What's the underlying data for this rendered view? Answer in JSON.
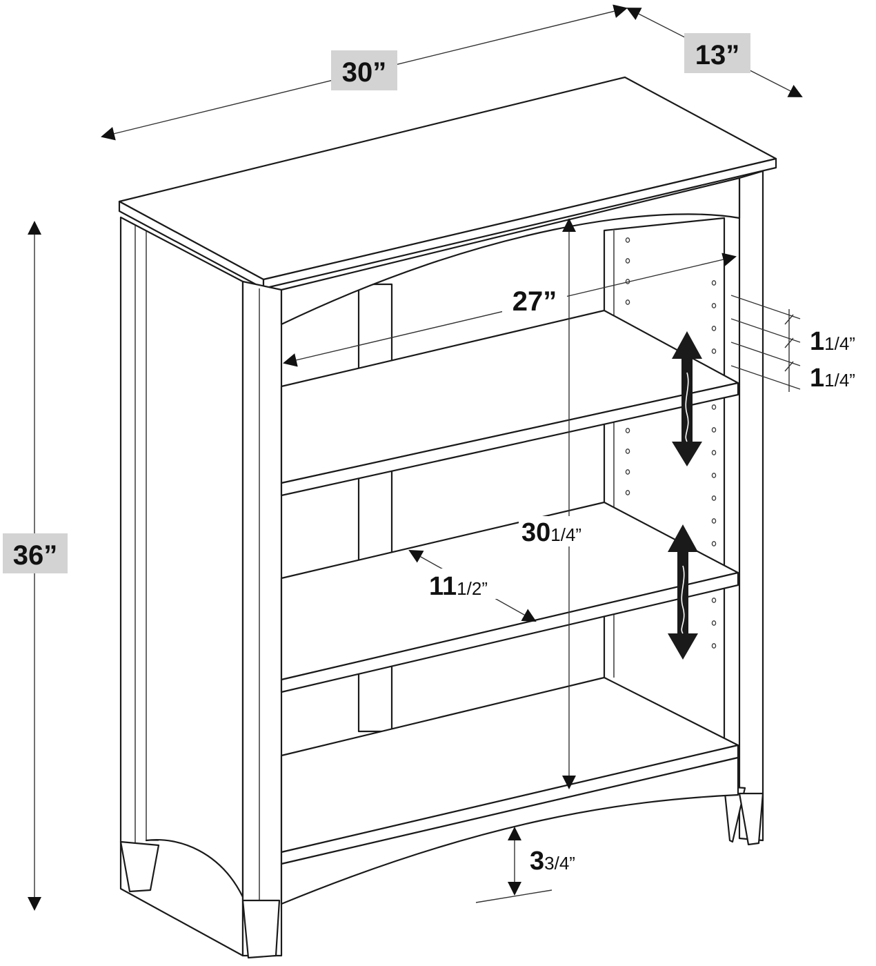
{
  "labels": {
    "width": "30”",
    "depth": "13”",
    "height": "36”",
    "interior_width": "27”",
    "interior_height_whole": "30",
    "interior_height_frac": "1/4”",
    "shelf_depth_whole": "11",
    "shelf_depth_frac": "1/2”",
    "hole_spacing_1_whole": "1",
    "hole_spacing_1_frac": "1/4”",
    "hole_spacing_2_whole": "1",
    "hole_spacing_2_frac": "1/4”",
    "clearance_whole": "3",
    "clearance_frac": "3/4”"
  },
  "icons": {
    "shelf_adjust_upper": "double-arrow-icon",
    "shelf_adjust_lower": "double-arrow-icon"
  },
  "colors": {
    "label_background": "#d3d3d3",
    "line": "#1a1a1a",
    "background": "#ffffff"
  }
}
